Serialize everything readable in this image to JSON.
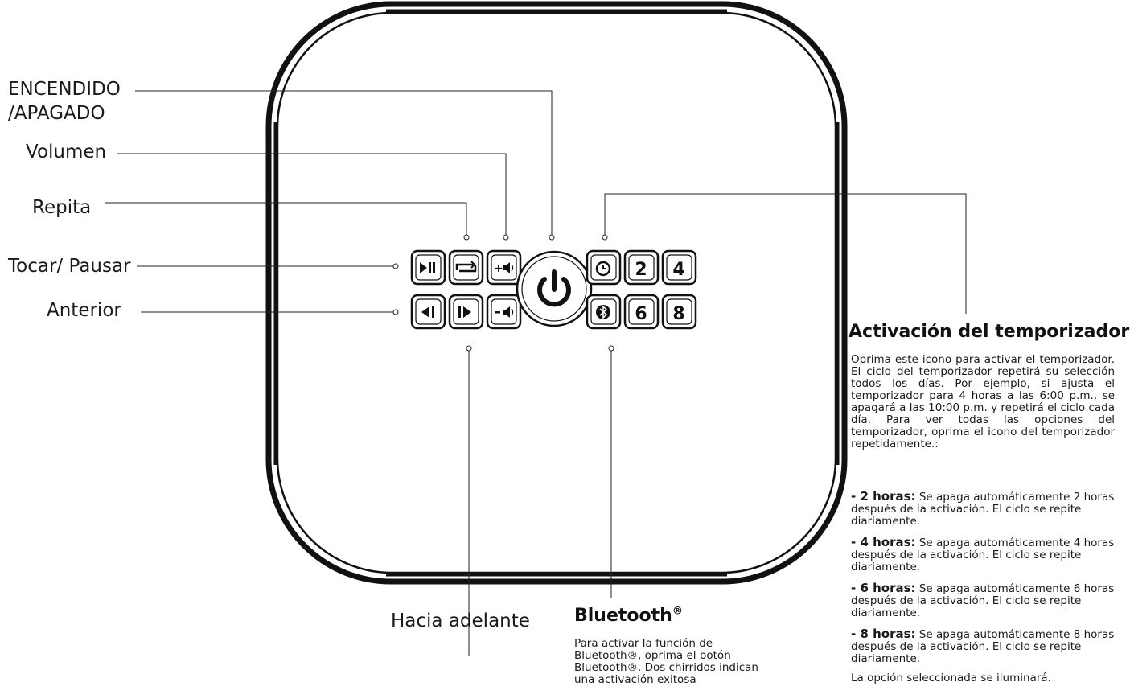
{
  "labels": {
    "power_line1": "ENCENDIDO",
    "power_line2": "/APAGADO",
    "volume": "Volumen",
    "repeat": "Repita",
    "play_pause": "Tocar/ Pausar",
    "previous": "Anterior",
    "forward": "Hacia adelante"
  },
  "buttons": {
    "timer_2": "2",
    "timer_4": "4",
    "timer_6": "6",
    "timer_8": "8"
  },
  "bluetooth": {
    "title": "Bluetooth",
    "title_mark": "®",
    "description": "Para activar la función de Bluetooth®, oprima el botón Bluetooth®. Dos chirridos indican una activación exitosa"
  },
  "timer": {
    "title": "Activación del temporizador",
    "description": "Oprima este icono para activar el temporizador. El ciclo del temporizador repetirá su selección todos los días. Por ejemplo, si ajusta el temporizador para 4 horas a las 6:00 p.m., se apagará a las 10:00 p.m. y repetirá el ciclo cada día. Para ver todas las opciones del temporizador, oprima el icono del temporizador repetidamente.:",
    "options": [
      {
        "bullet": "- 2 horas:",
        "text": "Se apaga automáticamente 2 horas después de la activación. El ciclo se repite diariamente."
      },
      {
        "bullet": "- 4 horas:",
        "text": "Se apaga automáticamente 4 horas después de la activación. El ciclo se repite diariamente."
      },
      {
        "bullet": "- 6 horas:",
        "text": "Se apaga automáticamente 6 horas después de la activación. El ciclo se repite diariamente."
      },
      {
        "bullet": "- 8 horas:",
        "text": "Se apaga automáticamente 8 horas después de la activación. El ciclo se repite diariamente."
      }
    ],
    "footer": "La opción seleccionada se iluminará."
  },
  "icons": {
    "play_pause": "play-pause-icon",
    "repeat": "repeat-icon",
    "volume_up": "volume-up-icon",
    "volume_down": "volume-down-icon",
    "previous": "previous-icon",
    "next": "next-icon",
    "power": "power-icon",
    "timer": "clock-icon",
    "bluetooth": "bluetooth-icon"
  }
}
